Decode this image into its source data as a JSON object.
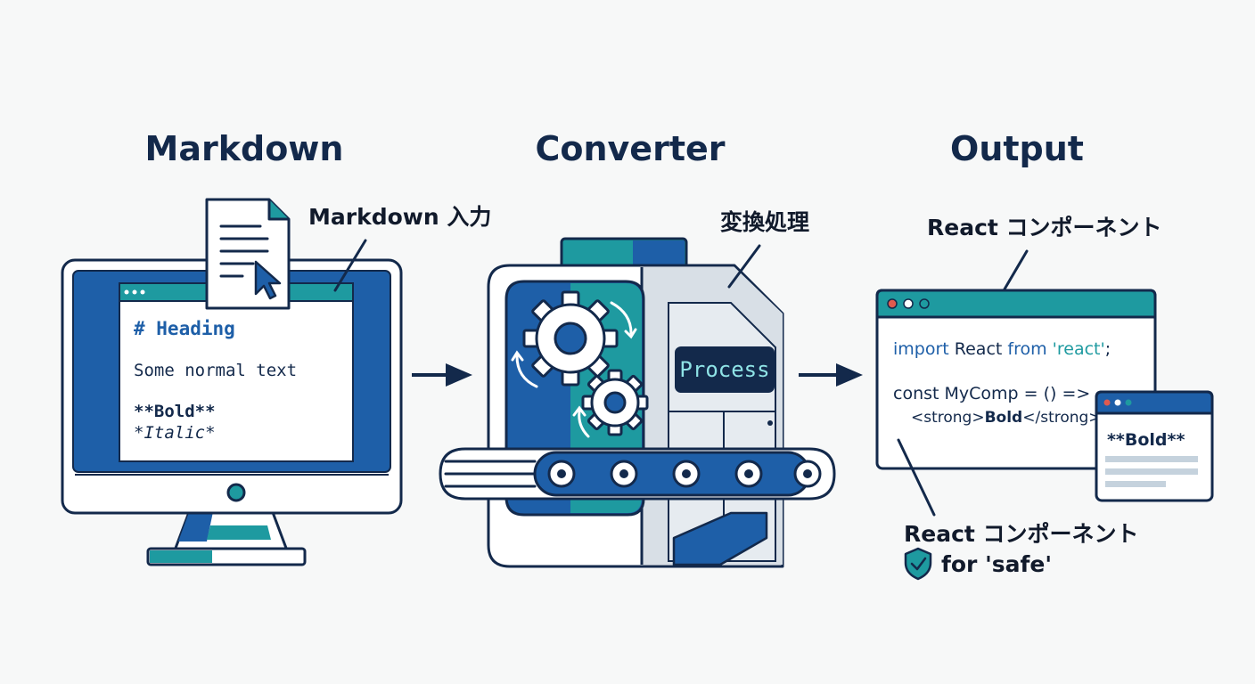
{
  "sections": {
    "markdown": "Markdown",
    "converter": "Converter",
    "output": "Output"
  },
  "markdown": {
    "callout": "Markdown 入力",
    "lines": {
      "heading": "# Heading",
      "normal": "Some normal text",
      "bold": "**Bold**",
      "italic": "*Italic*"
    }
  },
  "converter": {
    "callout": "変換処理",
    "display": "Process"
  },
  "output": {
    "callout_top": "React コンポーネント",
    "code": {
      "line1_kw1": "import",
      "line1_mid": " React ",
      "line1_kw2": "from",
      "line1_str": " 'react'",
      "line1_end": ";",
      "line2": "const MyComp = () =>",
      "line3_open": "<strong>",
      "line3_bold": "Bold",
      "line3_close": "</strong>;"
    },
    "preview_text": "**Bold**",
    "callout_bottom": "React コンポーネント",
    "safe_label": "for 'safe'"
  },
  "colors": {
    "navy": "#13294b",
    "blue": "#1e5fa8",
    "teal": "#1e9aa0",
    "light_gray": "#d8dfe6",
    "screen_bg": "#ffffff"
  }
}
